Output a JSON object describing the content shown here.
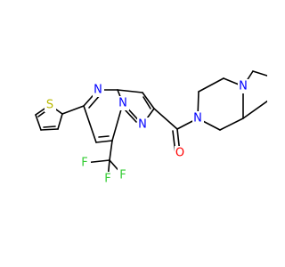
{
  "diagram": {
    "type": "skeletal-formula",
    "colors": {
      "bond": "#000000",
      "carbon": "#000000",
      "nitrogen": "#0000ff",
      "oxygen": "#ff0000",
      "sulfur": "#b8b800",
      "fluorine": "#33cc33",
      "background": "#ffffff"
    },
    "atom_labels": {
      "S": "S",
      "N_pyrimidine": "N",
      "N_bridge": "N",
      "N_pyrazole": "N",
      "N_amide": "N",
      "N_pyrrolidine": "N",
      "O_carbonyl": "O",
      "F1": "F",
      "F2": "F",
      "F3": "F"
    }
  }
}
